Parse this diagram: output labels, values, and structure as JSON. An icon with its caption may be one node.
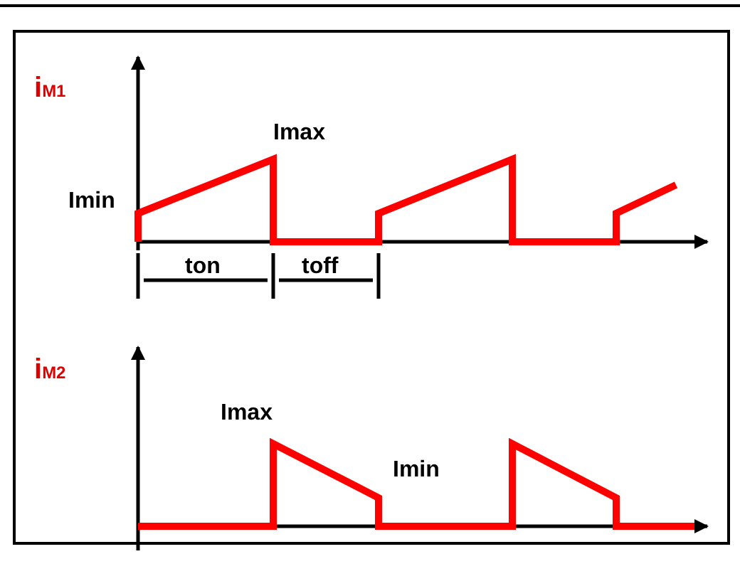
{
  "diagram": {
    "labels": [
      "i$_{M1}$",
      "Imax",
      "Imin",
      "ton",
      "toff",
      "i$_{M2}$",
      "Imax",
      "Imin"
    ]
  }
}
